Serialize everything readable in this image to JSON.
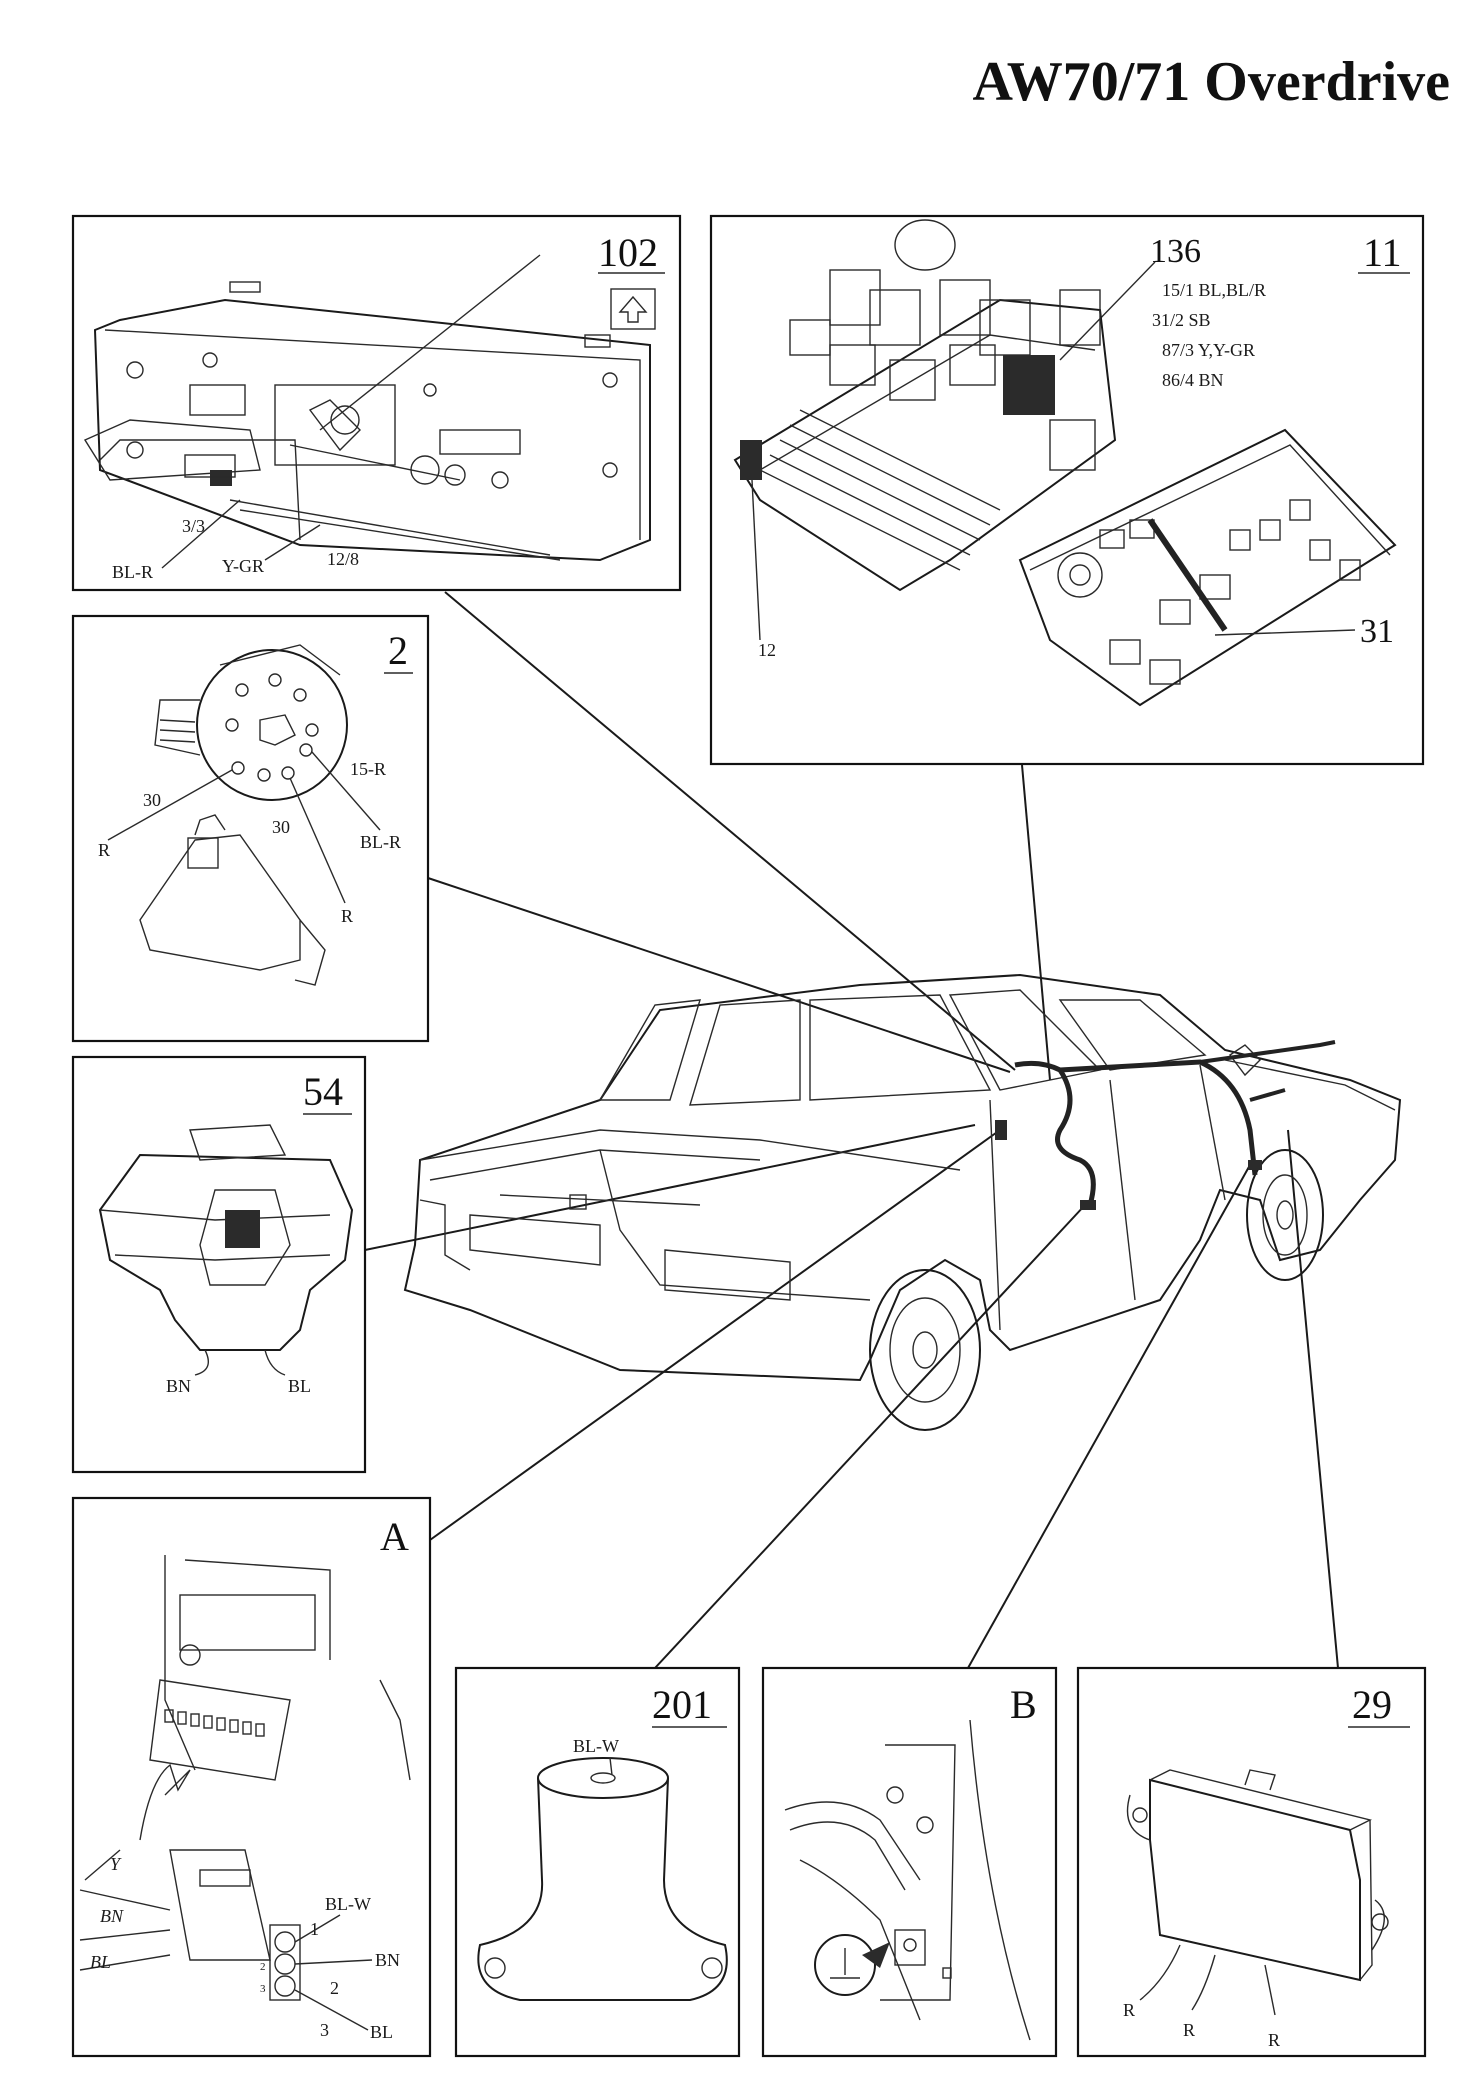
{
  "title": "AW70/71 Overdrive",
  "panels": {
    "p102": {
      "number": "102",
      "labels": {
        "l1": "3/3",
        "l2": "BL-R",
        "l3": "Y-GR",
        "l4": "12/8"
      }
    },
    "p11": {
      "number": "11",
      "sub_number_136": "136",
      "pins": [
        "15/1 BL,BL/R",
        "31/2 SB",
        "87/3 Y,Y-GR",
        "86/4 BN"
      ],
      "label_12": "12",
      "label_31": "31"
    },
    "p2": {
      "number": "2",
      "labels": {
        "a": "15-R",
        "b": "30",
        "c": "BL-R",
        "d": "R",
        "e": "30",
        "f": "R"
      }
    },
    "p54": {
      "number": "54",
      "labels": {
        "a": "BN",
        "b": "BL"
      }
    },
    "pA": {
      "number": "A",
      "labels": {
        "y": "Y",
        "bn": "BN",
        "bl": "BL",
        "blw": "BL-W",
        "bn2": "BN",
        "bl2": "BL",
        "one": "1",
        "two": "2",
        "three": "3",
        "s2": "2",
        "s3": "3"
      }
    },
    "p201": {
      "number": "201",
      "label": "BL-W"
    },
    "pB": {
      "number": "B"
    },
    "p29": {
      "number": "29",
      "labels": {
        "a": "R",
        "b": "R",
        "c": "R"
      }
    }
  }
}
